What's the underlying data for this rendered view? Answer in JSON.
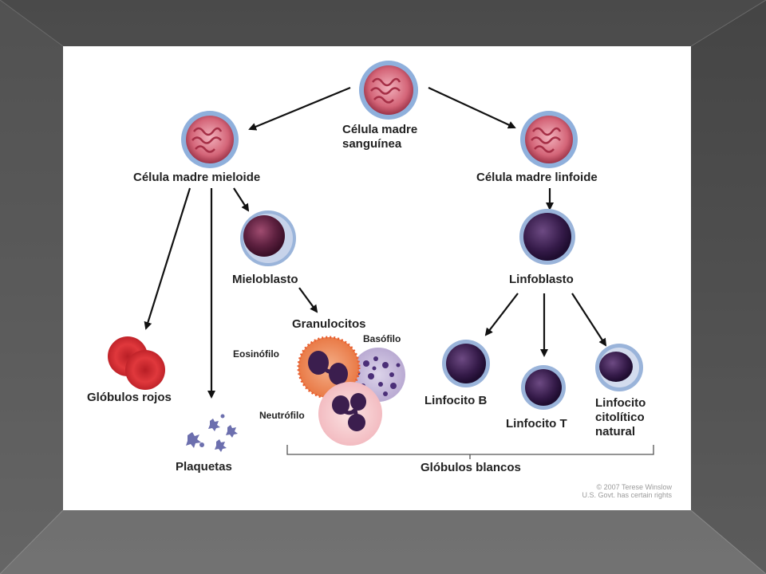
{
  "labels": {
    "stem": "Célula madre\nsanguínea",
    "myeloid": "Célula madre mieloide",
    "lymphoid": "Célula madre linfoide",
    "myeloblast": "Mieloblasto",
    "lymphoblast": "Linfoblasto",
    "granulocytes": "Granulocitos",
    "eosinophil": "Eosinófilo",
    "basophil": "Basófilo",
    "neutrophil": "Neutrófilo",
    "red_cells": "Glóbulos rojos",
    "platelets": "Plaquetas",
    "lymph_b": "Linfocito B",
    "lymph_t": "Linfocito T",
    "nk": "Linfocito\ncitolítico\nnatural",
    "white_cells": "Glóbulos blancos"
  },
  "copyright": {
    "line1": "© 2007 Terese Winslow",
    "line2": "U.S. Govt. has certain rights"
  },
  "colors": {
    "background_dark": "#4a4a4a",
    "slide": "#ffffff",
    "stem_cell": "#c8586b",
    "cell_rim": "#7e9fd0",
    "blast": "#5a1f3c",
    "red_cell": "#c8282c"
  }
}
